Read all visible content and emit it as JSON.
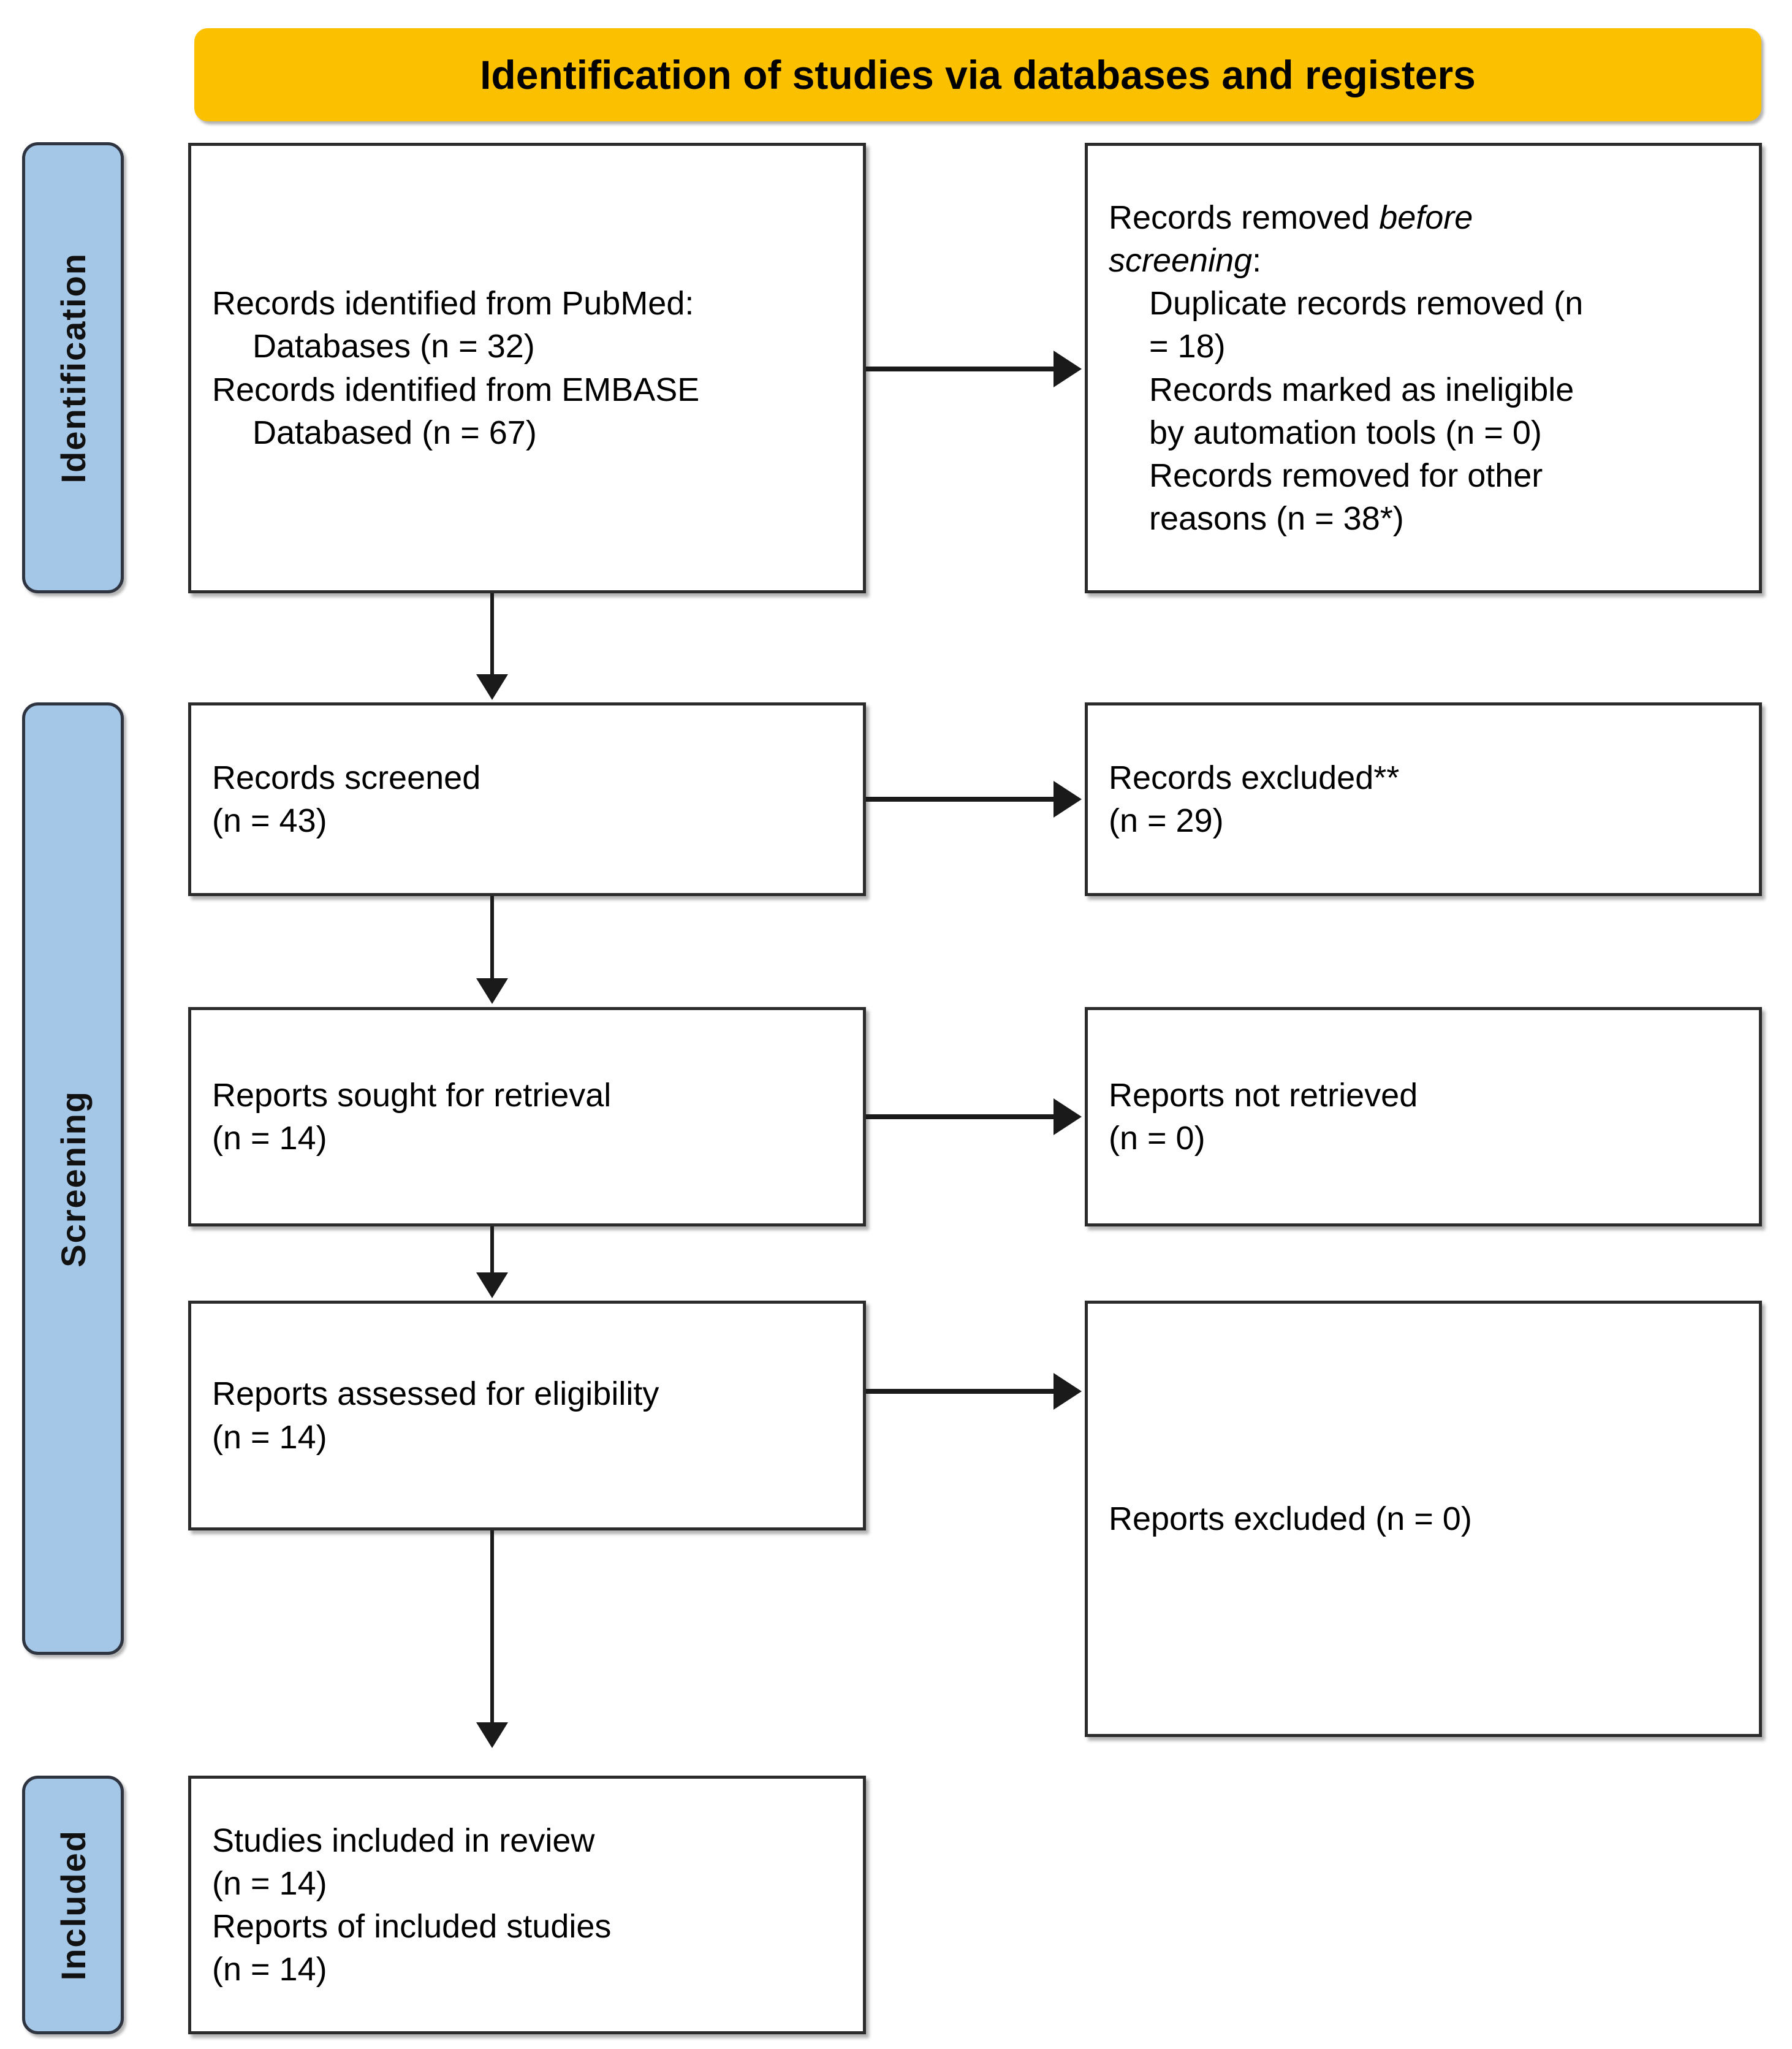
{
  "banner": {
    "title": "Identification of studies via databases and registers",
    "color": "#FBC000"
  },
  "stages": [
    {
      "id": "identification",
      "label": "Identification",
      "color": "#A4C6E7"
    },
    {
      "id": "screening",
      "label": "Screening",
      "color": "#A4C6E7"
    },
    {
      "id": "included",
      "label": "Included",
      "color": "#A4C6E7"
    }
  ],
  "boxes": {
    "identified": {
      "line1": "Records identified from PubMed:",
      "line2": "Databases (n = 32)",
      "line3": "Records identified from EMBASE",
      "line4": "Databased (n = 67)"
    },
    "removed": {
      "line1_a": "Records removed ",
      "line1_italic": "before",
      "line2_italic": "screening",
      "line2_b": ":",
      "line3": "Duplicate records removed (n",
      "line4": "= 18)",
      "line5": "Records marked as ineligible",
      "line6": "by automation tools (n = 0)",
      "line7": "Records removed for other",
      "line8": "reasons (n = 38*)"
    },
    "screened": {
      "line1": "Records screened",
      "line2": "(n = 43)"
    },
    "records_excluded": {
      "line1": "Records excluded**",
      "line2": "(n = 29)"
    },
    "sought": {
      "line1": "Reports sought for retrieval",
      "line2": "(n = 14)"
    },
    "not_retrieved": {
      "line1": "Reports not retrieved",
      "line2": "(n = 0)"
    },
    "assessed": {
      "line1": "Reports assessed for eligibility",
      "line2": "(n = 14)"
    },
    "reports_excluded": {
      "line1": "Reports excluded (n = 0)"
    },
    "included": {
      "line1": "Studies included in review",
      "line2": "(n = 14)",
      "line3": "Reports of included studies",
      "line4": "(n = 14)"
    }
  },
  "chart_data": {
    "type": "diagram",
    "diagram_type": "PRISMA 2020 flow diagram",
    "title": "Identification of studies via databases and registers",
    "nodes": [
      {
        "stage": "Identification",
        "side": "left",
        "label": "Records identified from PubMed: Databases (n = 32); Records identified from EMBASE Databased (n = 67)",
        "n": [
          32,
          67
        ]
      },
      {
        "stage": "Identification",
        "side": "right",
        "label": "Records removed before screening: Duplicate records removed (n = 18); Records marked as ineligible by automation tools (n = 0); Records removed for other reasons (n = 38*)",
        "n": [
          18,
          0,
          38
        ]
      },
      {
        "stage": "Screening",
        "side": "left",
        "label": "Records screened",
        "n": 43
      },
      {
        "stage": "Screening",
        "side": "right",
        "label": "Records excluded**",
        "n": 29
      },
      {
        "stage": "Screening",
        "side": "left",
        "label": "Reports sought for retrieval",
        "n": 14
      },
      {
        "stage": "Screening",
        "side": "right",
        "label": "Reports not retrieved",
        "n": 0
      },
      {
        "stage": "Screening",
        "side": "left",
        "label": "Reports assessed for eligibility",
        "n": 14
      },
      {
        "stage": "Screening",
        "side": "right",
        "label": "Reports excluded",
        "n": 0
      },
      {
        "stage": "Included",
        "side": "left",
        "label": "Studies included in review",
        "n": 14
      },
      {
        "stage": "Included",
        "side": "left",
        "label": "Reports of included studies",
        "n": 14
      }
    ],
    "edges": [
      {
        "from": "Records identified",
        "to": "Records removed before screening",
        "direction": "right"
      },
      {
        "from": "Records identified",
        "to": "Records screened",
        "direction": "down"
      },
      {
        "from": "Records screened",
        "to": "Records excluded**",
        "direction": "right"
      },
      {
        "from": "Records screened",
        "to": "Reports sought for retrieval",
        "direction": "down"
      },
      {
        "from": "Reports sought for retrieval",
        "to": "Reports not retrieved",
        "direction": "right"
      },
      {
        "from": "Reports sought for retrieval",
        "to": "Reports assessed for eligibility",
        "direction": "down"
      },
      {
        "from": "Reports assessed for eligibility",
        "to": "Reports excluded",
        "direction": "right"
      },
      {
        "from": "Reports assessed for eligibility",
        "to": "Studies included in review",
        "direction": "down"
      }
    ]
  }
}
